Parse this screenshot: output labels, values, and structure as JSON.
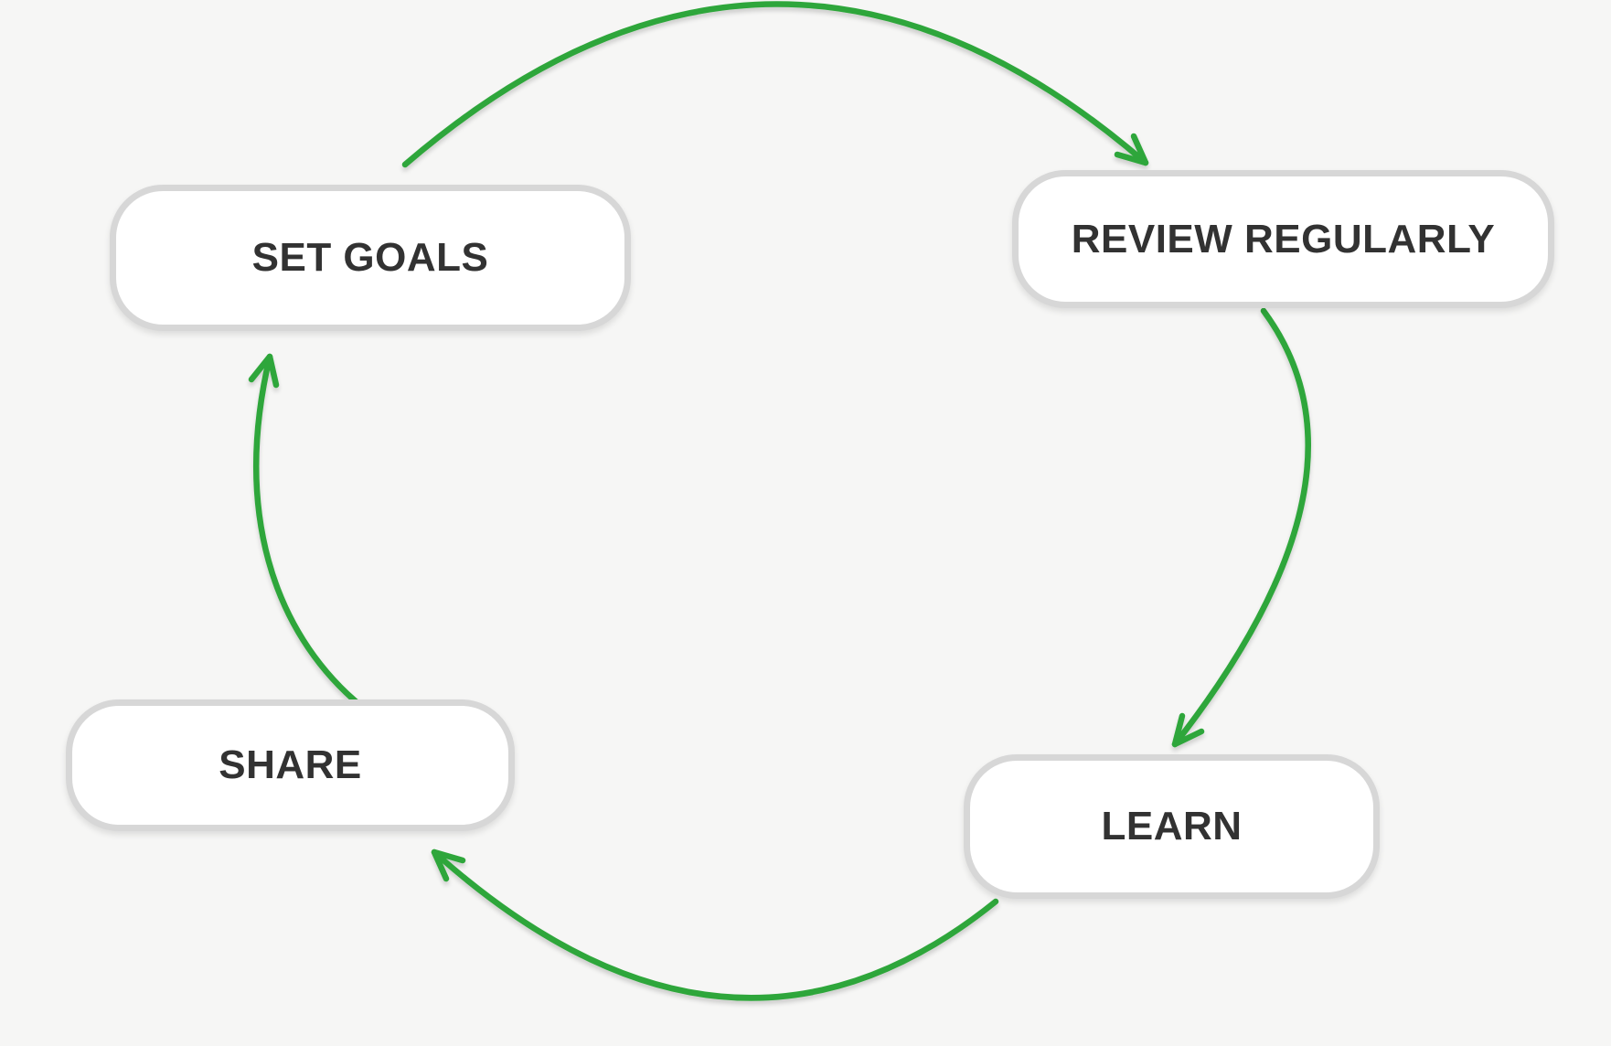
{
  "diagram": {
    "type": "cycle",
    "nodes": [
      {
        "id": "set-goals",
        "label": "SET GOALS"
      },
      {
        "id": "review-regularly",
        "label": "REVIEW REGULARLY"
      },
      {
        "id": "learn",
        "label": "LEARN"
      },
      {
        "id": "share",
        "label": "SHARE"
      }
    ],
    "edges": [
      {
        "from": "set-goals",
        "to": "review-regularly"
      },
      {
        "from": "review-regularly",
        "to": "learn"
      },
      {
        "from": "learn",
        "to": "share"
      },
      {
        "from": "share",
        "to": "set-goals"
      }
    ],
    "colors": {
      "background": "#f6f6f5",
      "arrow": "#2fa63a",
      "node_fill": "#ffffff",
      "node_border": "#d7d7d7",
      "label": "#323232"
    }
  }
}
